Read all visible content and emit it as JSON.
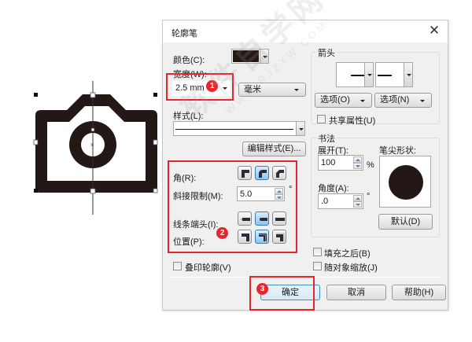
{
  "canvas": {
    "object": "camera-outline-icon",
    "object_color": "#231815"
  },
  "dialog": {
    "title": "轮廓笔",
    "close_icon": "close-icon",
    "color": {
      "label": "颜色(C):",
      "value": "#231815"
    },
    "width": {
      "label": "宽度(W):",
      "value": "2.5 mm",
      "unit": "毫米"
    },
    "style": {
      "label": "样式(L):",
      "edit_button": "编辑样式(E)..."
    },
    "corners": {
      "label": "角(R):",
      "options": [
        "miter-corner",
        "round-corner",
        "bevel-corner"
      ],
      "selected": 1
    },
    "miter_limit": {
      "label": "斜接限制(M):",
      "value": "5.0",
      "unit": "°"
    },
    "line_caps": {
      "label": "线条端头(I):",
      "options": [
        "square-cap",
        "round-cap",
        "extended-square-cap"
      ],
      "selected": 1
    },
    "position": {
      "label": "位置(P):",
      "options": [
        "outside",
        "centered",
        "inside"
      ],
      "selected": 1
    },
    "overprint": {
      "label": "叠印轮廓(V)",
      "checked": false
    },
    "arrows": {
      "group_title": "箭头",
      "start_option_button": "选项(O)",
      "end_option_button": "选项(N)",
      "share_attributes": {
        "label": "共享属性(U)",
        "checked": false
      }
    },
    "calligraphy": {
      "group_title": "书法",
      "stretch": {
        "label": "展开(T):",
        "value": "100",
        "unit": "%"
      },
      "angle": {
        "label": "角度(A):",
        "value": ".0",
        "unit": "°"
      },
      "nib_shape_label": "笔尖形状:",
      "default_button": "默认(D)"
    },
    "behind_fill": {
      "label": "填充之后(B)",
      "checked": false
    },
    "scale_with_object": {
      "label": "随对象缩放(J)",
      "checked": false
    },
    "buttons": {
      "ok": "确定",
      "cancel": "取消",
      "help": "帮助(H)"
    }
  },
  "annotations": {
    "badges": [
      "1",
      "2",
      "3"
    ],
    "highlight_color": "#e8242c"
  },
  "watermark": {
    "text": "软件自学网",
    "url": "WWW.RJZXW.COM"
  }
}
